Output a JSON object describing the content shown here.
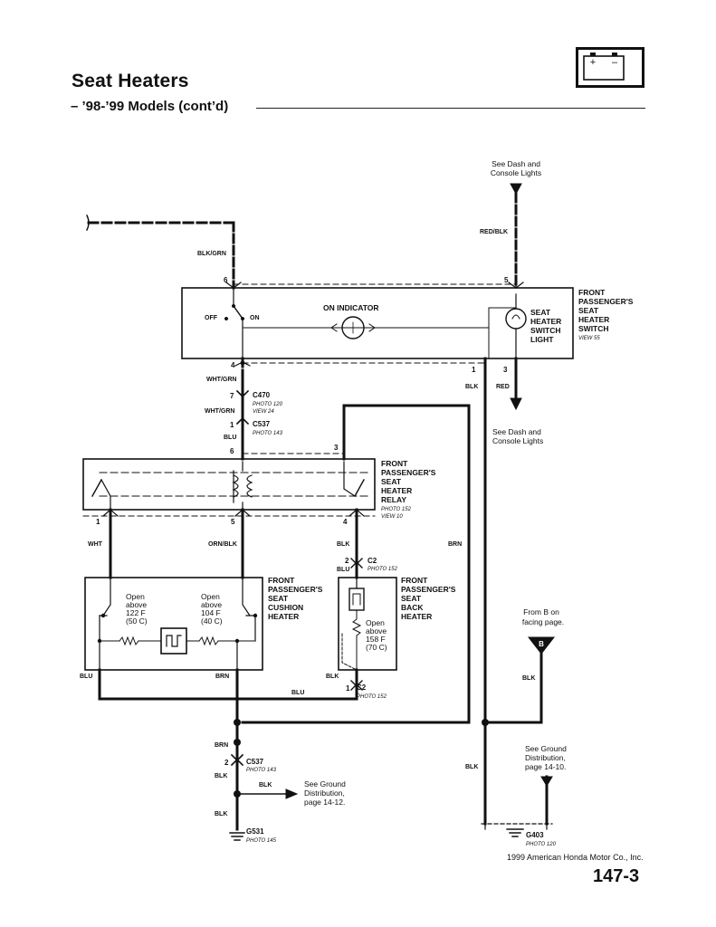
{
  "header": {
    "title": "Seat Heaters",
    "subtitle": "– ’98-’99 Models (cont’d)"
  },
  "footer": {
    "copyright": "1999 American Honda Motor Co., Inc.",
    "page_number": "147-3"
  },
  "notes": {
    "dash_lights_top_1": "See Dash and",
    "dash_lights_top_2": "Console Lights",
    "dash_lights_mid_1": "See Dash and",
    "dash_lights_mid_2": "Console Lights",
    "from_b_1": "From B on",
    "from_b_2": "facing page.",
    "ground_right_1": "See Ground",
    "ground_right_2": "Distribution,",
    "ground_right_3": "page 14-10.",
    "ground_left_1": "See Ground",
    "ground_left_2": "Distribution,",
    "ground_left_3": "page 14-12."
  },
  "components": {
    "switch": {
      "line1": "FRONT",
      "line2": "PASSENGER'S",
      "line3": "SEAT",
      "line4": "HEATER",
      "line5": "SWITCH",
      "ref": "VIEW 55",
      "on_indicator": "ON INDICATOR",
      "off": "OFF",
      "on": "ON",
      "light1": "SEAT",
      "light2": "HEATER",
      "light3": "SWITCH",
      "light4": "LIGHT"
    },
    "relay": {
      "line1": "FRONT",
      "line2": "PASSENGER'S",
      "line3": "SEAT",
      "line4": "HEATER",
      "line5": "RELAY",
      "ref1": "PHOTO 152",
      "ref2": "VIEW 10"
    },
    "cushion": {
      "line1": "FRONT",
      "line2": "PASSENGER'S",
      "line3": "SEAT",
      "line4": "CUSHION",
      "line5": "HEATER",
      "t1_a": "Open",
      "t1_b": "above",
      "t1_c": "122  F",
      "t1_d": "(50  C)",
      "t2_a": "Open",
      "t2_b": "above",
      "t2_c": "104  F",
      "t2_d": "(40  C)"
    },
    "back": {
      "line1": "FRONT",
      "line2": "PASSENGER'S",
      "line3": "SEAT",
      "line4": "BACK",
      "line5": "HEATER",
      "t_a": "Open",
      "t_b": "above",
      "t_c": "158  F",
      "t_d": "(70  C)"
    }
  },
  "wires": {
    "blk_grn": "BLK/GRN",
    "red_blk": "RED/BLK",
    "wht_grn_1": "WHT/GRN",
    "wht_grn_2": "WHT/GRN",
    "blu_1": "BLU",
    "blk_1": "BLK",
    "red": "RED",
    "wht": "WHT",
    "orn_blk": "ORN/BLK",
    "blk_2": "BLK",
    "blu_2": "BLU",
    "brn_1": "BRN",
    "blu_3": "BLU",
    "brn_2": "BRN",
    "blk_3": "BLK",
    "blu_4": "BLU",
    "brn_3": "BRN",
    "blk_4": "BLK",
    "blk_5": "BLK",
    "blk_6": "BLK",
    "blk_7": "BLK",
    "blk_8": "BLK"
  },
  "connectors": {
    "c470": "C470",
    "c470_ref1": "PHOTO 120",
    "c470_ref2": "VIEW 24",
    "c537a": "C537",
    "c537a_ref": "PHOTO 143",
    "c2a": "C2",
    "c2a_ref": "PHOTO 152",
    "c2b": "C2",
    "c2b_ref": "PHOTO 152",
    "c537b": "C537",
    "c537b_ref": "PHOTO 143",
    "g531": "G531",
    "g531_ref": "PHOTO 145",
    "g403": "G403",
    "g403_ref": "PHOTO 120",
    "b_label": "B"
  },
  "pins": {
    "sw6": "6",
    "sw5": "5",
    "sw4": "4",
    "sw1": "1",
    "sw3": "3",
    "c470_pin": "7",
    "c537_pin": "1",
    "r6": "6",
    "r3": "3",
    "r1": "1",
    "r5": "5",
    "r4": "4",
    "c2a_pin": "2",
    "c2b_pin": "1",
    "c537b_pin": "2"
  }
}
